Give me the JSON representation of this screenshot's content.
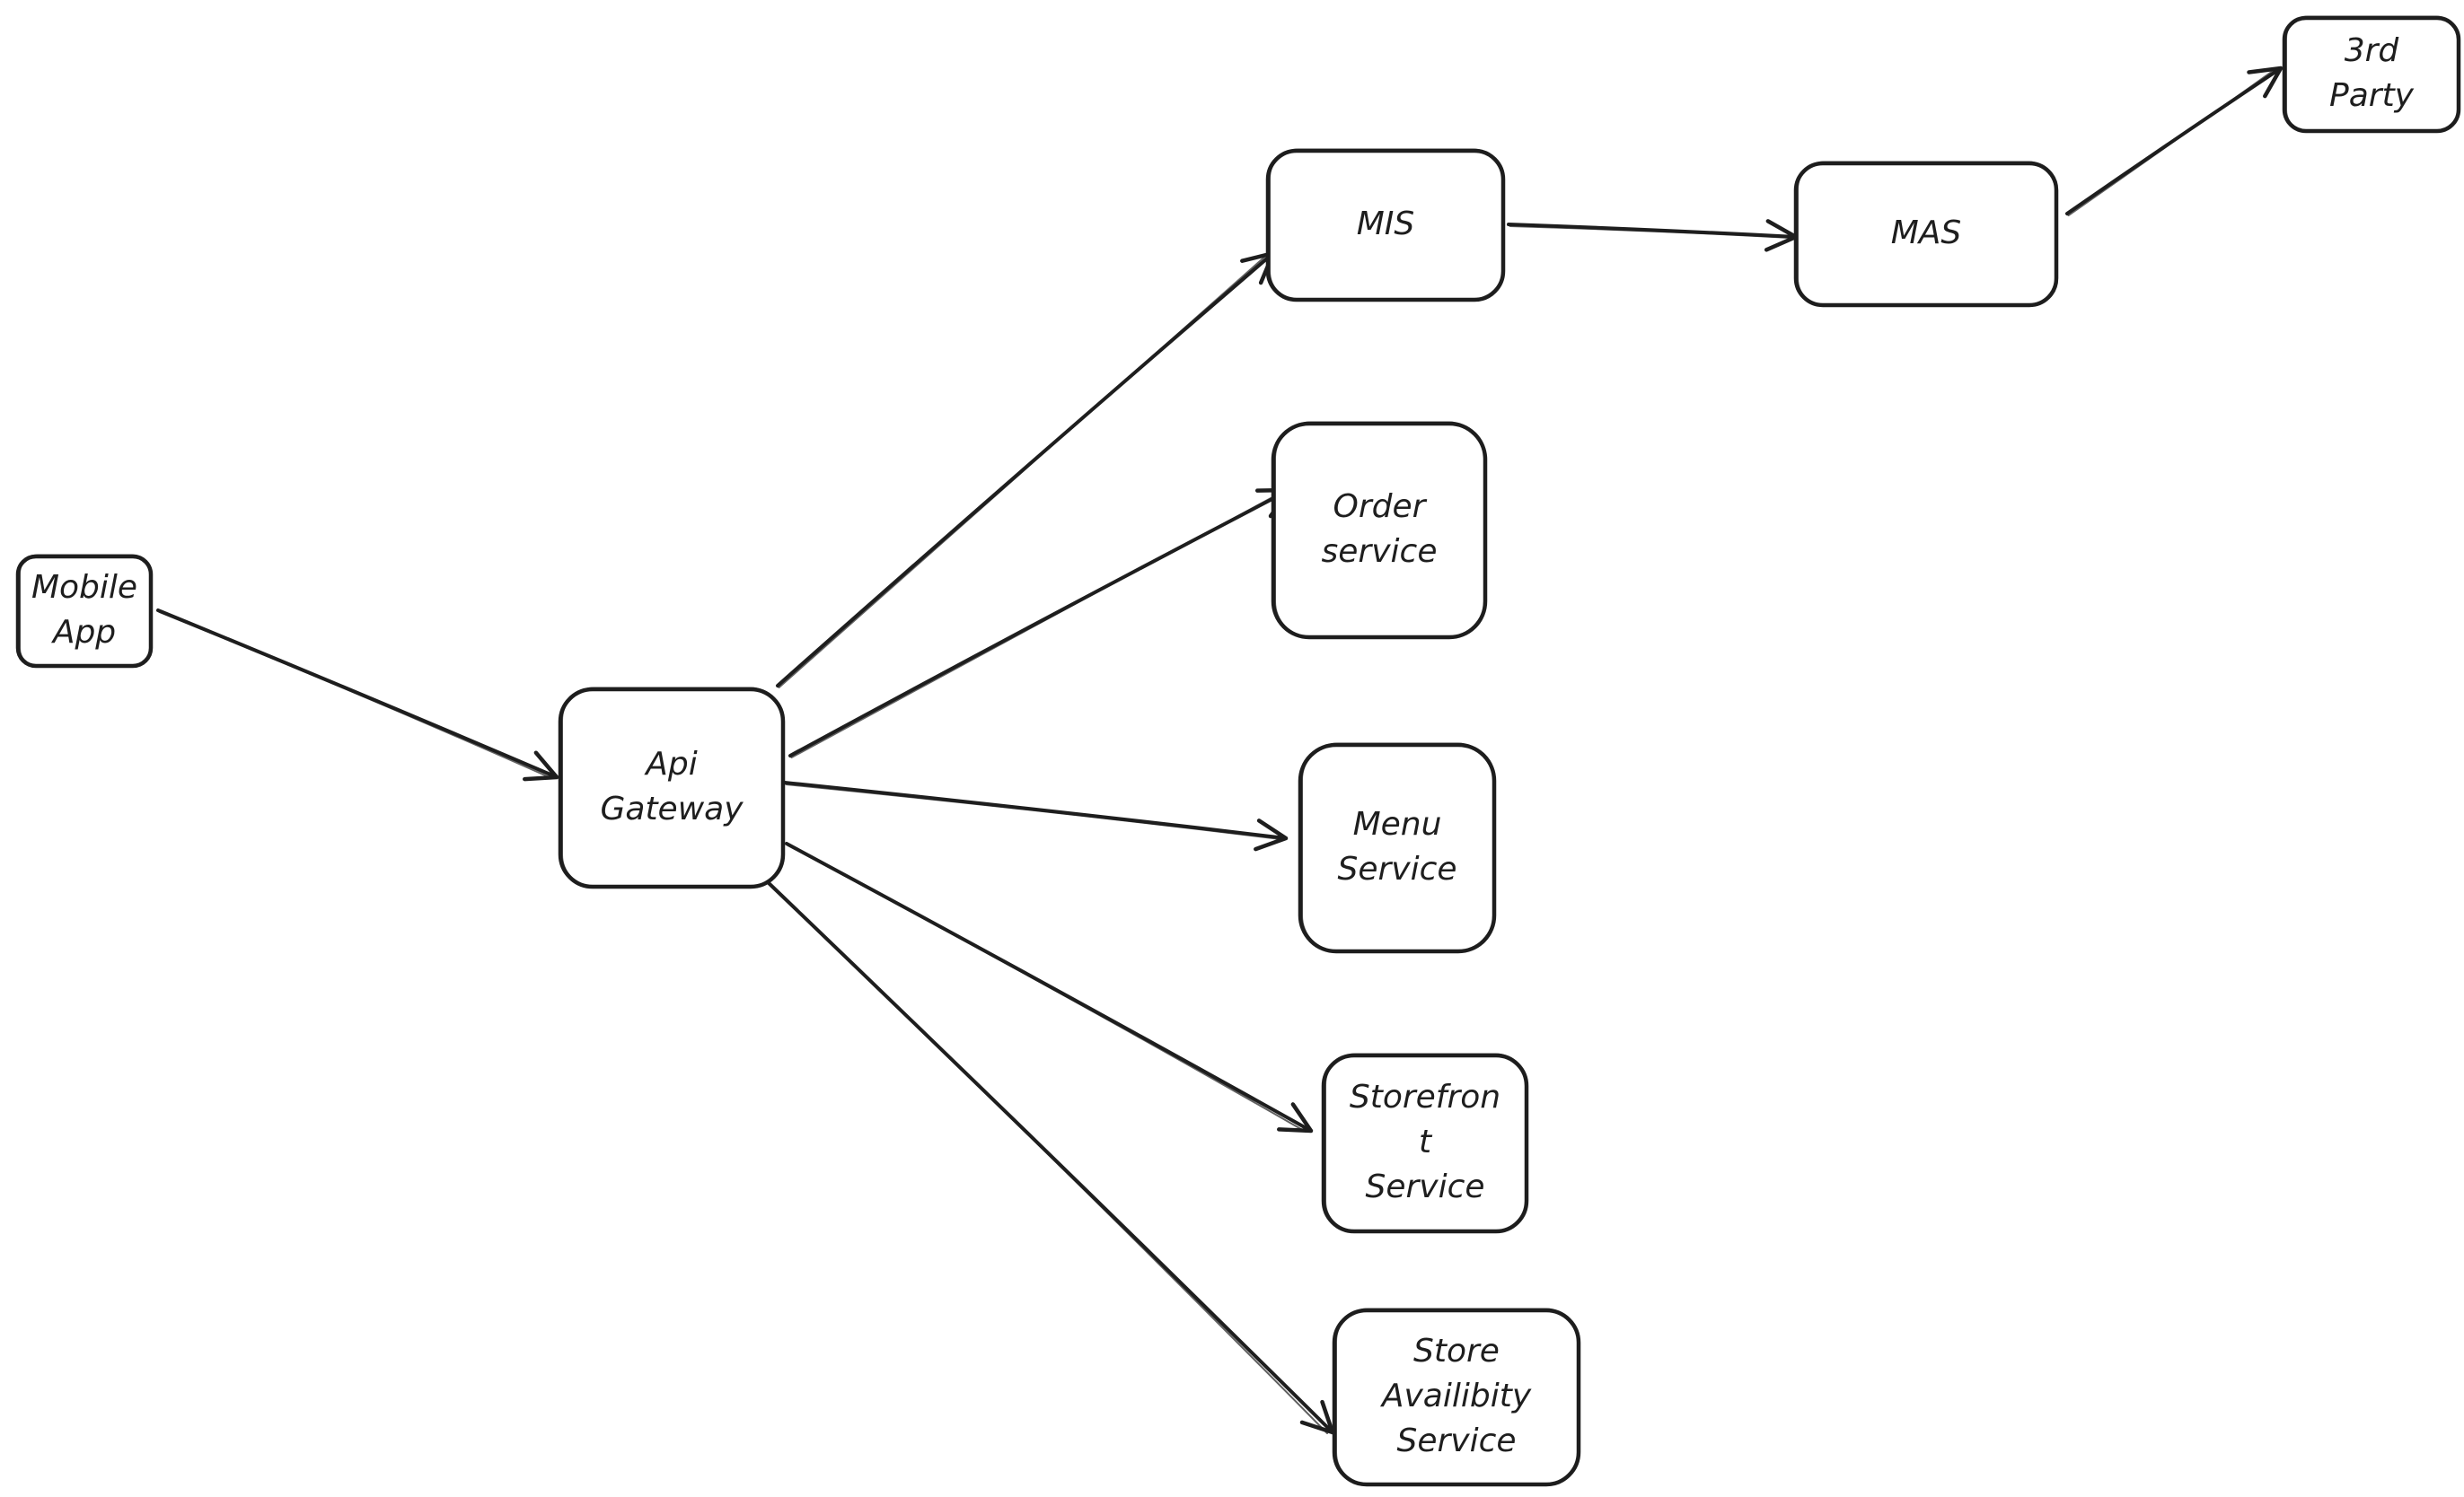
{
  "diagram": {
    "nodes": [
      {
        "id": "mobile_app",
        "lines": [
          "Mobile",
          "App"
        ]
      },
      {
        "id": "api_gateway",
        "lines": [
          "Api",
          "Gateway"
        ]
      },
      {
        "id": "mis",
        "lines": [
          "MIS"
        ]
      },
      {
        "id": "mas",
        "lines": [
          "MAS"
        ]
      },
      {
        "id": "third_party",
        "lines": [
          "3rd",
          "Party"
        ]
      },
      {
        "id": "order_service",
        "lines": [
          "Order",
          "service"
        ]
      },
      {
        "id": "menu_service",
        "lines": [
          "Menu",
          "Service"
        ]
      },
      {
        "id": "storefront_service",
        "lines": [
          "Storefron",
          "t",
          "Service"
        ]
      },
      {
        "id": "store_availability_service",
        "lines": [
          "Store",
          "Availibity",
          "Service"
        ]
      }
    ],
    "edges": [
      {
        "from": "mobile_app",
        "to": "api_gateway"
      },
      {
        "from": "api_gateway",
        "to": "mis"
      },
      {
        "from": "api_gateway",
        "to": "order_service"
      },
      {
        "from": "api_gateway",
        "to": "menu_service"
      },
      {
        "from": "api_gateway",
        "to": "storefront_service"
      },
      {
        "from": "api_gateway",
        "to": "store_availability_service"
      },
      {
        "from": "mis",
        "to": "mas"
      },
      {
        "from": "mas",
        "to": "third_party"
      }
    ],
    "colors": {
      "stroke": "#1e1e1e",
      "background": "#ffffff"
    }
  }
}
